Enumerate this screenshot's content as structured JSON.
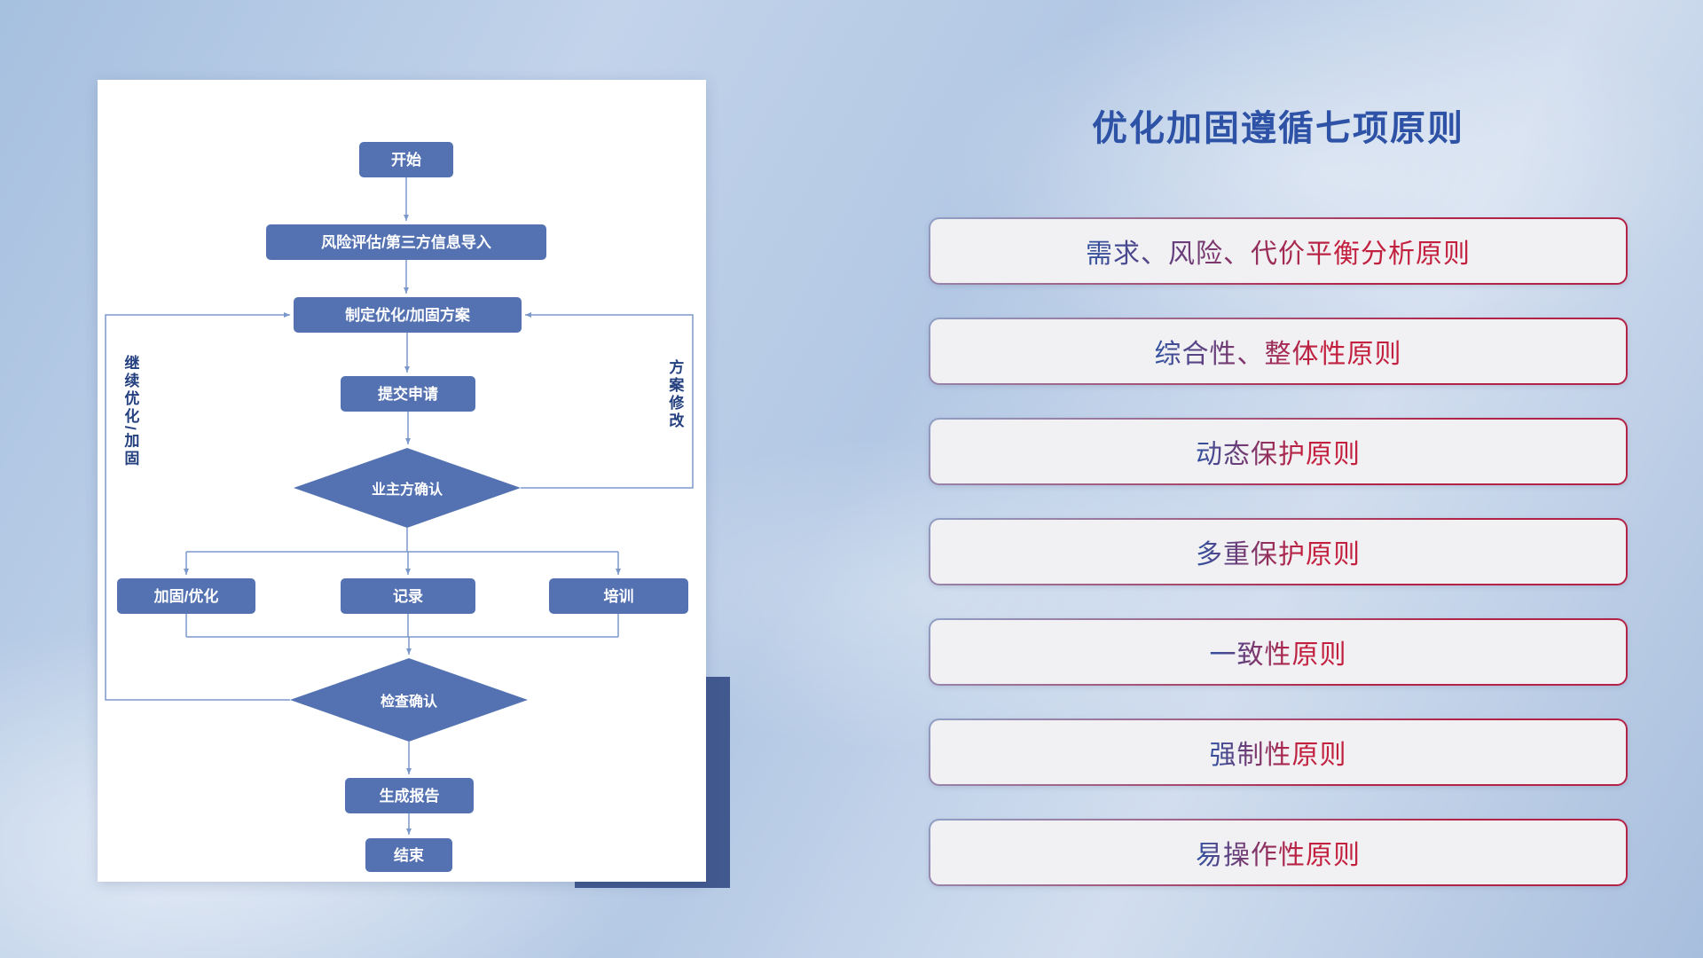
{
  "flowchart": {
    "start": "开始",
    "risk_import": "风险评估/第三方信息导入",
    "make_plan": "制定优化/加固方案",
    "submit": "提交申请",
    "owner_confirm": "业主方确认",
    "reinforce": "加固/优化",
    "record": "记录",
    "training": "培训",
    "check_confirm": "检查确认",
    "report": "生成报告",
    "end": "结束",
    "loop_left": "继续优化/加固",
    "loop_right": "方案修改"
  },
  "principles": {
    "title": "优化加固遵循七项原则",
    "items": [
      "需求、风险、代价平衡分析原则",
      "综合性、整体性原则",
      "动态保护原则",
      "多重保护原则",
      "一致性原则",
      "强制性原则",
      "易操作性原则"
    ]
  },
  "colors": {
    "node_blue": "#5472b2",
    "connector_blue": "#7b98cb",
    "loop_label_navy": "#24407f",
    "title_blue": "#2d52a6",
    "principle_red": "#c2203e",
    "principle_navy": "#31519f",
    "principle_box_bg": "#f1f0f3",
    "accent_navy": "#41598f",
    "background_blue": "#b3c8e4"
  }
}
